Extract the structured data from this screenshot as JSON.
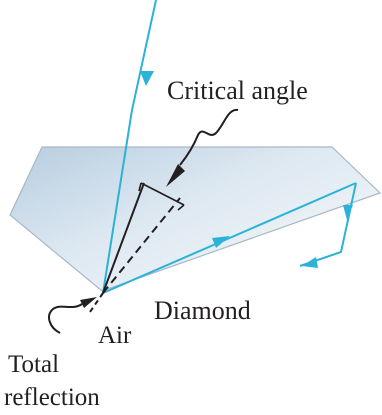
{
  "labels": {
    "critical_angle": "Critical angle",
    "diamond": "Diamond",
    "air": "Air",
    "total": "Total",
    "reflection": "reflection"
  },
  "colors": {
    "ray": "#2bb2d6",
    "diamond_fill_light": "#f0f5f9",
    "diamond_fill_dark": "#b9d0e2",
    "diamond_edge": "#a9b8c6",
    "ink": "#231f20"
  }
}
